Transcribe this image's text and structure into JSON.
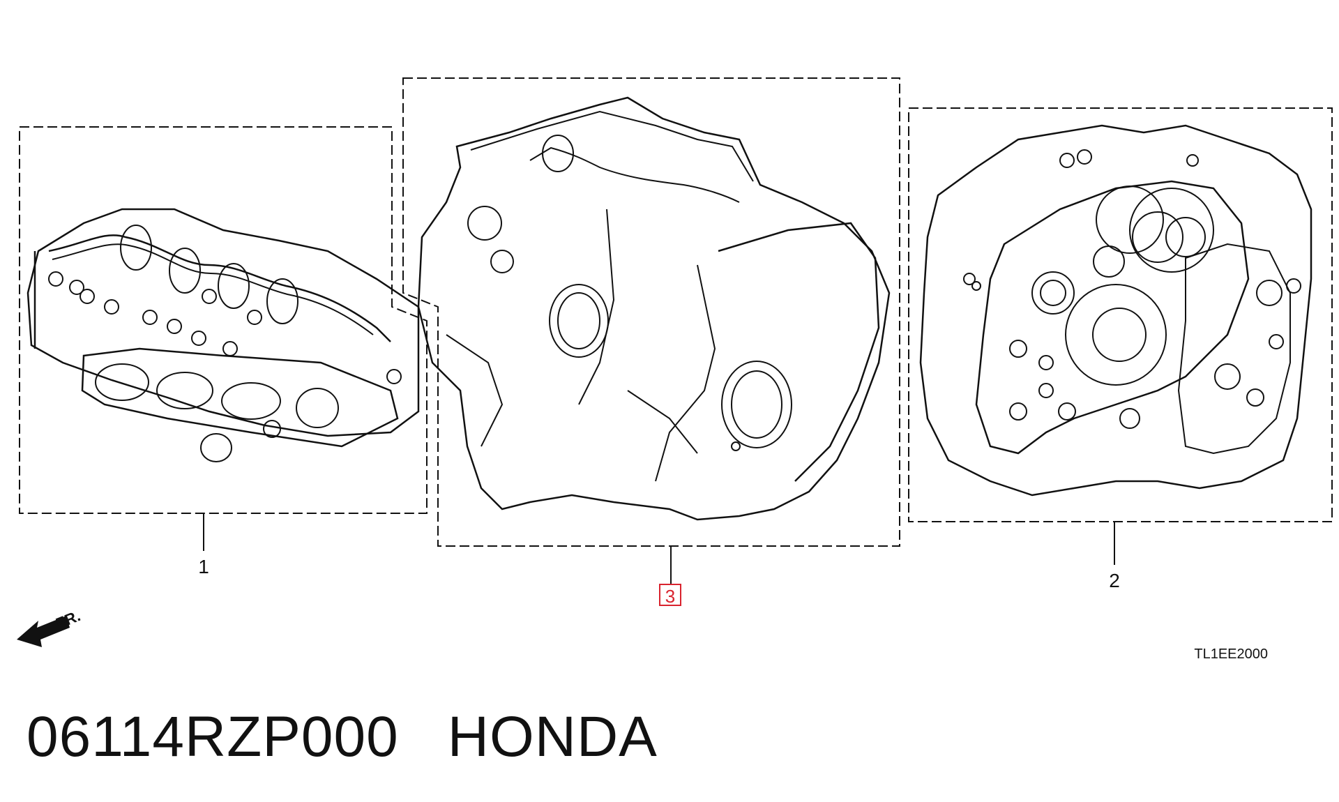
{
  "diagram": {
    "callouts": {
      "head_gasket_kit": "1",
      "transmission_gasket_kit": "2",
      "block_gasket_kit": "3"
    },
    "front_indicator": "FR.",
    "diagram_code": "TL1EE2000"
  },
  "footer": {
    "part_number": "06114RZP000",
    "brand": "HONDA"
  },
  "colors": {
    "line": "#111111",
    "highlight": "#d9232e"
  }
}
